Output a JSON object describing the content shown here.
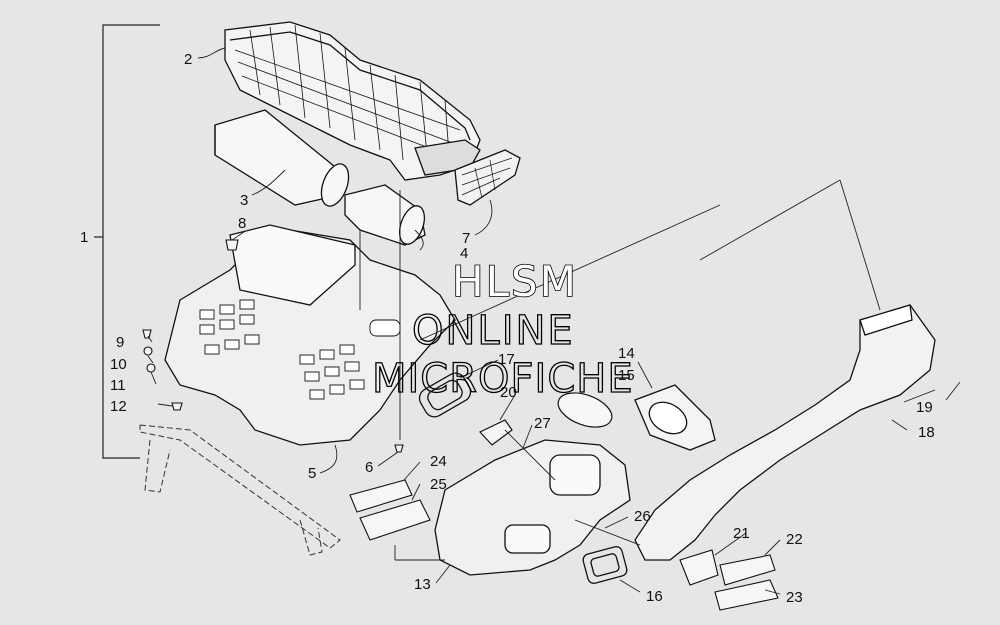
{
  "watermark": {
    "line1": "HLSM",
    "line2": "ONLINE",
    "line3": "MICROFICHE"
  },
  "callouts": {
    "c1": "1",
    "c2": "2",
    "c3": "3",
    "c4": "4",
    "c5": "5",
    "c6": "6",
    "c7": "7",
    "c8": "8",
    "c9": "9",
    "c10": "10",
    "c11": "11",
    "c12": "12",
    "c13": "13",
    "c14": "14",
    "c15": "15",
    "c16": "16",
    "c17": "17",
    "c18": "18",
    "c19": "19",
    "c20": "20",
    "c21": "21",
    "c22": "22",
    "c23": "23",
    "c24": "24",
    "c25": "25",
    "c26": "26",
    "c27": "27"
  }
}
